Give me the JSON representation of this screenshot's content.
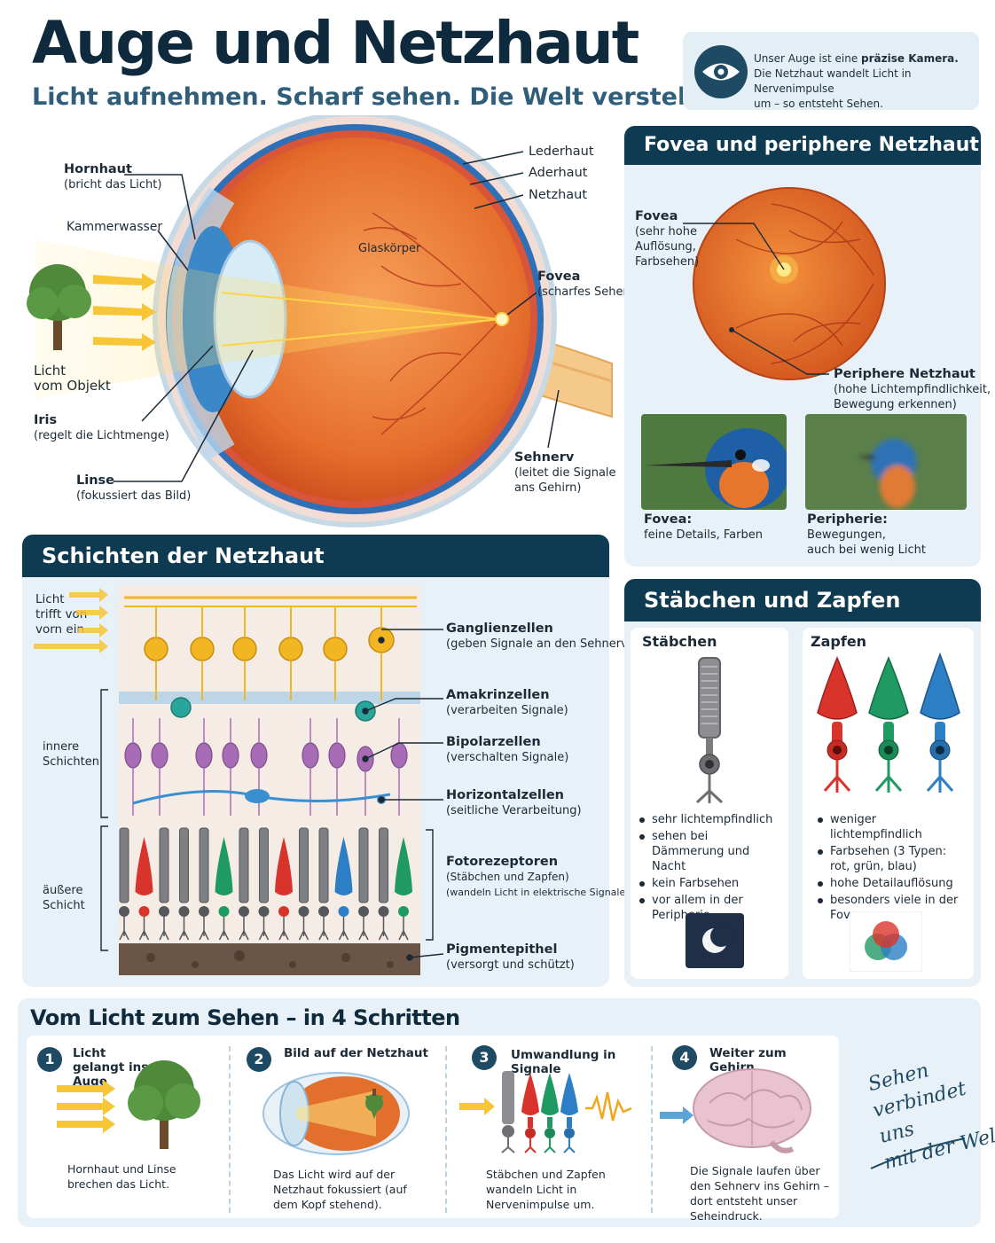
{
  "header": {
    "title": "Auge und Netzhaut",
    "subtitle": "Licht aufnehmen. Scharf sehen. Die Welt verstehen.",
    "intro_line1_pre": "Unser Auge ist eine ",
    "intro_line1_bold": "präzise Kamera.",
    "intro_line2": "Die Netzhaut wandelt Licht in Nervenimpulse",
    "intro_line3": "um – so entsteht Sehen."
  },
  "eye": {
    "hornhaut": {
      "title": "Hornhaut",
      "sub": "(bricht das Licht)"
    },
    "kammerwasser": {
      "title": "Kammerwasser"
    },
    "licht": {
      "line1": "Licht",
      "line2": "vom Objekt"
    },
    "iris": {
      "title": "Iris",
      "sub": "(regelt die Lichtmenge)"
    },
    "linse": {
      "title": "Linse",
      "sub": "(fokussiert das Bild)"
    },
    "glaskoerper": "Glaskörper",
    "lederhaut": "Lederhaut",
    "aderhaut": "Aderhaut",
    "netzhaut": "Netzhaut",
    "fovea": {
      "title": "Fovea",
      "sub": "(scharfes Sehen)"
    },
    "sehnerv": {
      "title": "Sehnerv",
      "sub1": "(leitet die Signale",
      "sub2": "ans Gehirn)"
    }
  },
  "fovea_panel": {
    "title": "Fovea und periphere Netzhaut",
    "fovea_label": {
      "title": "Fovea",
      "sub1": "(sehr hohe",
      "sub2": "Auflösung,",
      "sub3": "Farbsehen)"
    },
    "periph_label": {
      "title": "Periphere Netzhaut",
      "sub1": "(hohe Lichtempfindlichkeit,",
      "sub2": "Bewegung erkennen)"
    },
    "caption_fovea": {
      "title": "Fovea:",
      "sub": "feine Details, Farben"
    },
    "caption_periph": {
      "title": "Peripherie:",
      "sub1": "Bewegungen,",
      "sub2": "auch bei wenig Licht"
    }
  },
  "layers_panel": {
    "title": "Schichten der Netzhaut",
    "light_text": {
      "l1": "Licht",
      "l2": "trifft von",
      "l3": "vorn ein"
    },
    "inner": {
      "l1": "innere",
      "l2": "Schichten"
    },
    "outer": {
      "l1": "äußere",
      "l2": "Schicht"
    },
    "ganglion": {
      "title": "Ganglienzellen",
      "sub": "(geben Signale an den Sehnerv)"
    },
    "amakrin": {
      "title": "Amakrinzellen",
      "sub": "(verarbeiten Signale)"
    },
    "bipolar": {
      "title": "Bipolarzellen",
      "sub": "(verschalten Signale)"
    },
    "horizontal": {
      "title": "Horizontalzellen",
      "sub": "(seitliche Verarbeitung)"
    },
    "foto": {
      "title": "Fotorezeptoren",
      "sub1": "(Stäbchen und Zapfen)",
      "sub2": "(wandeln Licht in elektrische Signale)"
    },
    "pigment": {
      "title": "Pigmentepithel",
      "sub": "(versorgt und schützt)"
    }
  },
  "rods_cones": {
    "title": "Stäbchen und Zapfen",
    "rods": {
      "title": "Stäbchen",
      "bullets": [
        "sehr lichtempfindlich",
        "sehen bei Dämmerung und Nacht",
        "kein Farbsehen",
        "vor allem in der Peripherie"
      ]
    },
    "cones": {
      "title": "Zapfen",
      "bullets": [
        "weniger lichtempfindlich",
        "Farbsehen (3 Typen: rot, grün, blau)",
        "hohe Detailauflösung",
        "besonders viele in der Fovea"
      ]
    }
  },
  "steps": {
    "title": "Vom Licht zum Sehen – in 4 Schritten",
    "items": [
      {
        "num": "1",
        "title": "Licht gelangt ins Auge",
        "desc": "Hornhaut und Linse brechen das Licht."
      },
      {
        "num": "2",
        "title": "Bild auf der Netzhaut",
        "desc": "Das Licht wird auf der Netzhaut fokussiert (auf dem Kopf stehend)."
      },
      {
        "num": "3",
        "title": "Umwandlung in Signale",
        "desc": "Stäbchen und Zapfen wandeln Licht in Nervenimpulse um."
      },
      {
        "num": "4",
        "title": "Weiter zum Gehirn",
        "desc": "Die Signale laufen über den Sehnerv ins Gehirn – dort entsteht unser Seheindruck."
      }
    ],
    "closing": {
      "l1": "Sehen",
      "l2": "verbindet uns",
      "l3": "mit der Welt."
    }
  },
  "colors": {
    "navy": "#0f3b52",
    "panel": "#e8f1f7",
    "red_cone": "#d9342b",
    "green_cone": "#1f9a63",
    "blue_cone": "#2c7fc4",
    "rod": "#7d7f83"
  }
}
